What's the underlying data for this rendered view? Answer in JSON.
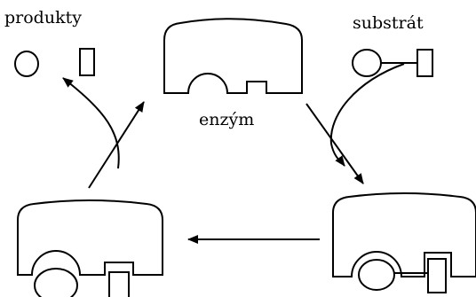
{
  "labels": {
    "products": "produkty",
    "substrate": "substrát",
    "enzyme": "enzým"
  }
}
